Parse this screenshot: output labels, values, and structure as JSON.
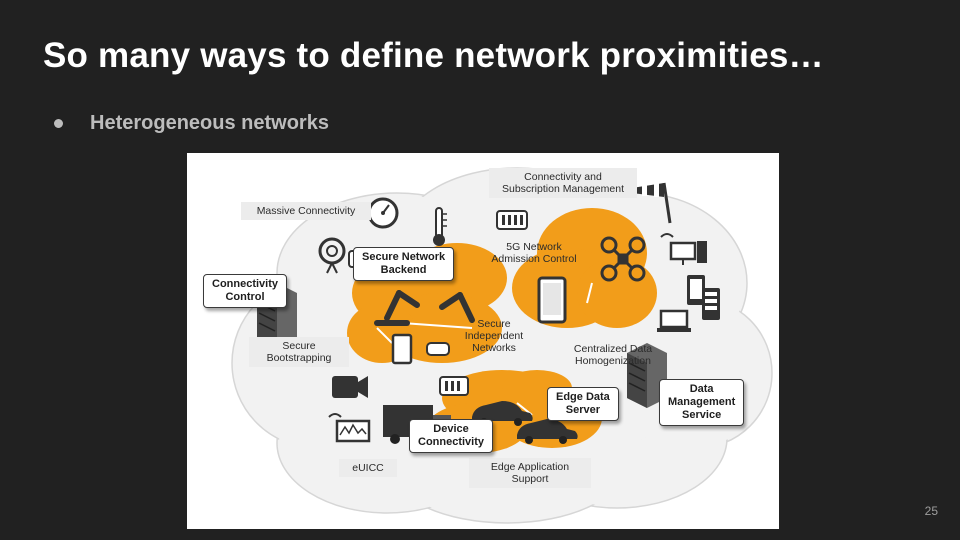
{
  "slide": {
    "title": "So many ways to define network proximities…",
    "bullet": "Heterogeneous networks",
    "page_number": "25"
  },
  "diagram": {
    "labels": {
      "connectivity_subscription": "Connectivity and\nSubscription Management",
      "massive_connectivity": "Massive Connectivity",
      "secure_network_backend": "Secure Network\nBackend",
      "fiveg_admission": "5G Network\nAdmission Control",
      "connectivity_control": "Connectivity\nControl",
      "secure_independent": "Secure\nIndependent\nNetworks",
      "secure_bootstrapping": "Secure\nBootstrapping",
      "centralized_data": "Centralized Data\nHomogenization",
      "data_management": "Data\nManagement\nService",
      "edge_data_server": "Edge Data\nServer",
      "device_connectivity": "Device\nConnectivity",
      "euicc": "eUICC",
      "edge_app_support": "Edge Application\nSupport"
    },
    "colors": {
      "orange": "#f29d1a",
      "cloud": "#f2f2f2",
      "cloud_outline": "#d6d6d6",
      "dark": "#333333"
    },
    "icons": [
      "radar-icon",
      "gauge-icon",
      "thermometer-icon",
      "cellular-module-icon",
      "windsock-icon",
      "drone-icon",
      "tablet-icon",
      "desktop-icon",
      "smartphone-icon",
      "laptop-icon",
      "server-rack-icon",
      "robot-arm-icon",
      "camera-icon",
      "signal-monitor-icon",
      "truck-icon",
      "car-icon"
    ]
  }
}
